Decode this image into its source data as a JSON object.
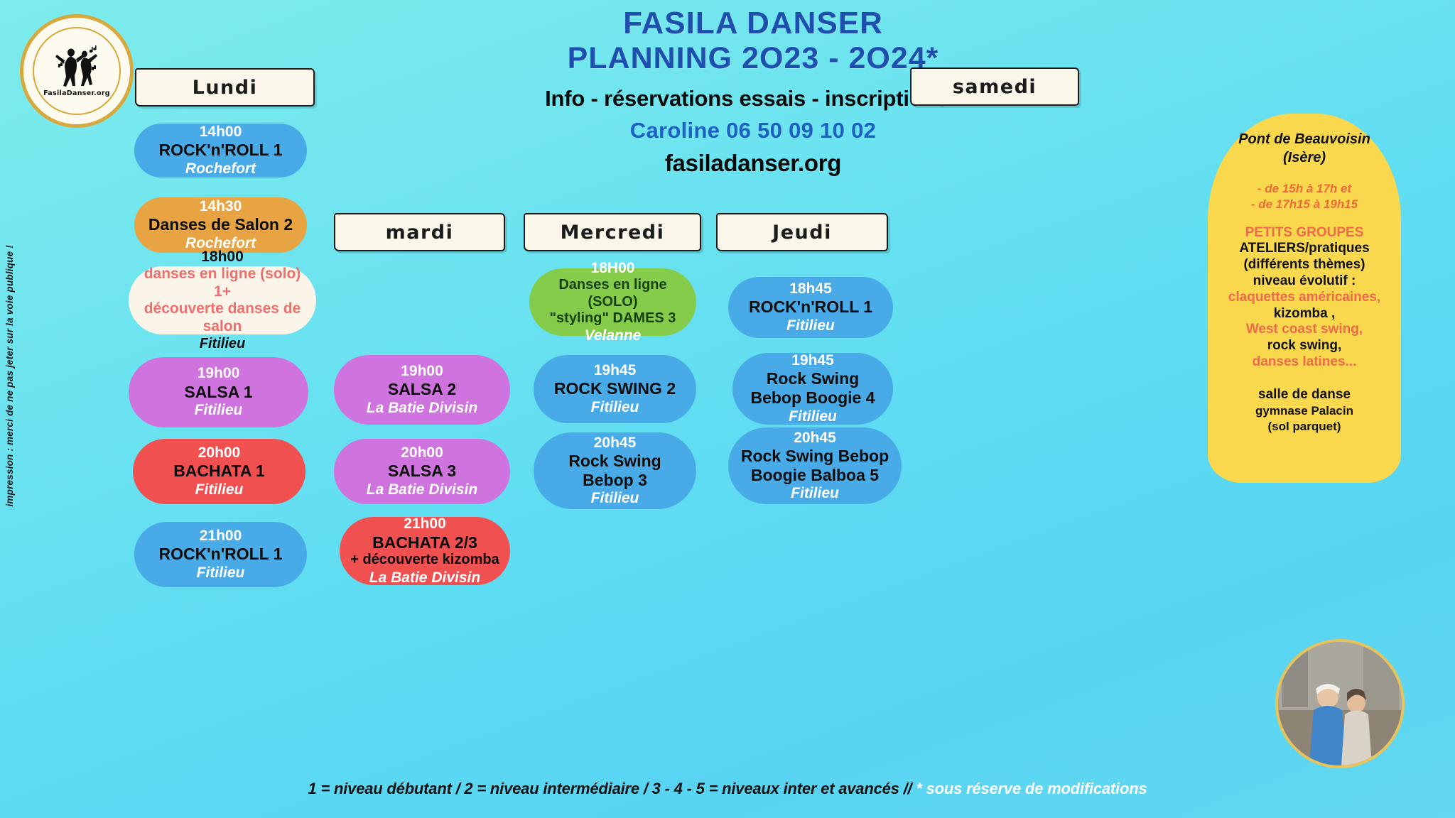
{
  "logo": {
    "brand": "FasilaDanser.org",
    "icon": "dancers-icon"
  },
  "side_note": "impression : merci de ne pas jeter sur la voie publique !",
  "header": {
    "title_line1": "FASILA  DANSER",
    "title_line2": "PLANNING 2O23 - 2O24*",
    "subtitle": "Info - réservations essais  - inscriptions :",
    "contact": "Caroline  06 50 09 10 02",
    "website": "fasiladanser.org"
  },
  "days": {
    "lundi": "Lundi",
    "mardi": "mardi",
    "mercredi": "Mercredi",
    "jeudi": "Jeudi",
    "samedi": "samedi"
  },
  "colors": {
    "background": "#6ee4ef",
    "blue": "#48abe8",
    "orange": "#e8a343",
    "violet": "#cf73df",
    "red": "#f05050",
    "green": "#84cc4a",
    "white": "#fbf4e8",
    "yellow": "#f9d84e",
    "title_blue": "#1e4fae",
    "accent_red": "#ef6a4a"
  },
  "lundi": [
    {
      "time": "14h00",
      "name": "ROCK'n'ROLL 1",
      "place": "Rochefort",
      "color": "blue"
    },
    {
      "time": "14h30",
      "name": "Danses de Salon 2",
      "place": "Rochefort",
      "color": "orange"
    },
    {
      "time": "18h00",
      "name": "danses en ligne (solo) 1+",
      "name2": "découverte danses de salon",
      "place": "Fitilieu",
      "color": "white"
    },
    {
      "time": "19h00",
      "name": "SALSA 1",
      "place": "Fitilieu",
      "color": "violet"
    },
    {
      "time": "20h00",
      "name": "BACHATA 1",
      "place": "Fitilieu",
      "color": "red"
    },
    {
      "time": "21h00",
      "name": "ROCK'n'ROLL 1",
      "place": "Fitilieu",
      "color": "blue"
    }
  ],
  "mardi": [
    {
      "time": "19h00",
      "name": "SALSA 2",
      "place": "La Batie Divisin",
      "color": "violet"
    },
    {
      "time": "20h00",
      "name": "SALSA 3",
      "place": "La Batie Divisin",
      "color": "violet"
    },
    {
      "time": "21h00",
      "name": "BACHATA  2/3",
      "name2": "+ découverte kizomba",
      "place": "La Batie Divisin",
      "color": "red"
    }
  ],
  "mercredi": [
    {
      "time": "18H00",
      "name": "Danses en ligne (SOLO)",
      "name2": "\"styling\" DAMES 3",
      "place": "Velanne",
      "color": "green"
    },
    {
      "time": "19h45",
      "name": "ROCK SWING 2",
      "place": "Fitilieu",
      "color": "blue"
    },
    {
      "time": "20h45",
      "name": "Rock Swing",
      "name2": "Bebop 3",
      "place": "Fitilieu",
      "color": "blue"
    }
  ],
  "jeudi": [
    {
      "time": "18h45",
      "name": "ROCK'n'ROLL 1",
      "place": "Fitilieu",
      "color": "blue"
    },
    {
      "time": "19h45",
      "name": "Rock Swing",
      "name2": "Bebop Boogie 4",
      "place": "Fitilieu",
      "color": "blue"
    },
    {
      "time": "20h45",
      "name": "Rock Swing Bebop",
      "name2": "Boogie Balboa  5",
      "place": "Fitilieu",
      "color": "blue"
    }
  ],
  "samedi": {
    "location": "Pont de Beauvoisin",
    "department": "(Isère)",
    "hours_1": "- de 15h à 17h et",
    "hours_2": "- de 17h15 à 19h15",
    "groups_head": "PETITS GROUPES",
    "ateliers": "ATELIERS/pratiques",
    "themes": "(différents thèmes)",
    "level": "niveau évolutif :",
    "style_1": "claquettes américaines,",
    "style_2": "kizomba ,",
    "style_3": "West coast swing,",
    "style_4": "rock swing,",
    "style_5": "danses latines...",
    "venue_1": "salle de danse",
    "venue_2": "gymnase Palacin",
    "venue_3": "(sol parquet)"
  },
  "legend": {
    "text": "1 = niveau débutant /   2 = niveau intermédiaire /   3 - 4 - 5  = niveaux inter et  avancés  //",
    "note": "* sous réserve de modifications"
  }
}
